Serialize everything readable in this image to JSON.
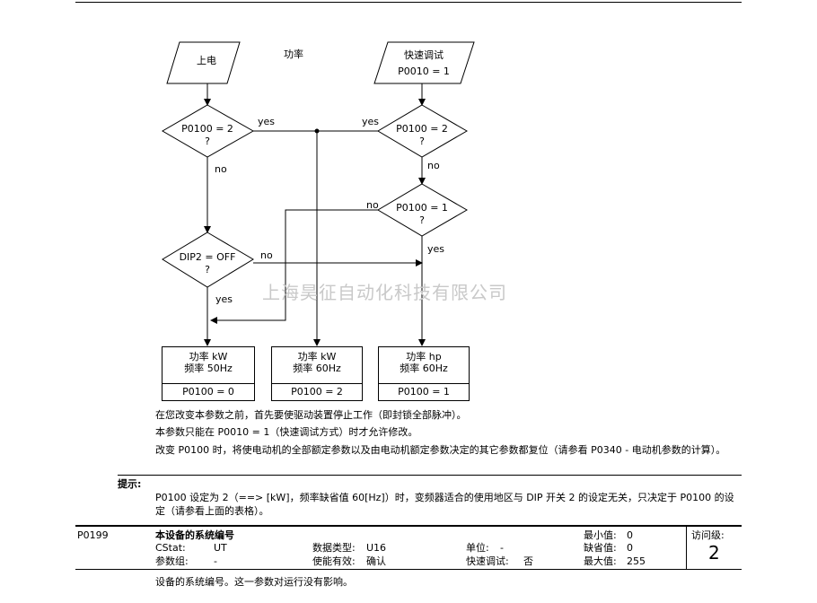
{
  "flowchart": {
    "start_power_on": "上电",
    "power_label": "功率",
    "start_quick": {
      "line1": "快速调试",
      "line2": "P0010 = 1"
    },
    "decision_p0100_2_left": {
      "line1": "P0100 = 2",
      "line2": "?"
    },
    "decision_p0100_2_right": {
      "line1": "P0100 = 2",
      "line2": "?"
    },
    "decision_p0100_1": {
      "line1": "P0100 = 1",
      "line2": "?"
    },
    "decision_dip2": {
      "line1": "DIP2 = OFF",
      "line2": "?"
    },
    "yes_label": "yes",
    "no_label": "no",
    "boxes": [
      {
        "line1": "功率 kW",
        "line2": "频率 50Hz",
        "value": "P0100 = 0"
      },
      {
        "line1": "功率 kW",
        "line2": "频率 60Hz",
        "value": "P0100 = 2"
      },
      {
        "line1": "功率 hp",
        "line2": "频率 60Hz",
        "value": "P0100 = 1"
      }
    ]
  },
  "watermark": "上海昊征自动化科技有限公司",
  "notes": [
    "在您改变本参数之前，首先要使驱动装置停止工作（即封锁全部脉冲）。",
    "本参数只能在 P0010 = 1（快速调试方式）时才允许修改。",
    "改变 P0100 时，将使电动机的全部额定参数以及由电动机额定参数决定的其它参数都复位（请参看 P0340 - 电动机参数的计算）。"
  ],
  "hint": {
    "label": "提示:",
    "text": "P0100 设定为 2（==> [kW]，频率缺省值 60[Hz]）时，变频器适合的使用地区与 DIP 开关 2 的设定无关，只决定于 P0100 的设定（请参看上面的表格）。"
  },
  "param": {
    "id": "P0199",
    "title": "本设备的系统编号",
    "cstat_label": "CStat:",
    "cstat_value": "UT",
    "group_label": "参数组:",
    "group_value": "-",
    "datatype_label": "数据类型:",
    "datatype_value": "U16",
    "enable_label": "使能有效:",
    "enable_value": "确认",
    "unit_label": "单位:",
    "unit_value": "-",
    "quick_label": "快速调试:",
    "quick_value": "否",
    "min_label": "最小值:",
    "min_value": "0",
    "default_label": "缺省值:",
    "default_value": "0",
    "max_label": "最大值:",
    "max_value": "255",
    "access_label": "访问级:",
    "access_value": "2",
    "description": "设备的系统编号。这一参数对运行没有影响。"
  }
}
